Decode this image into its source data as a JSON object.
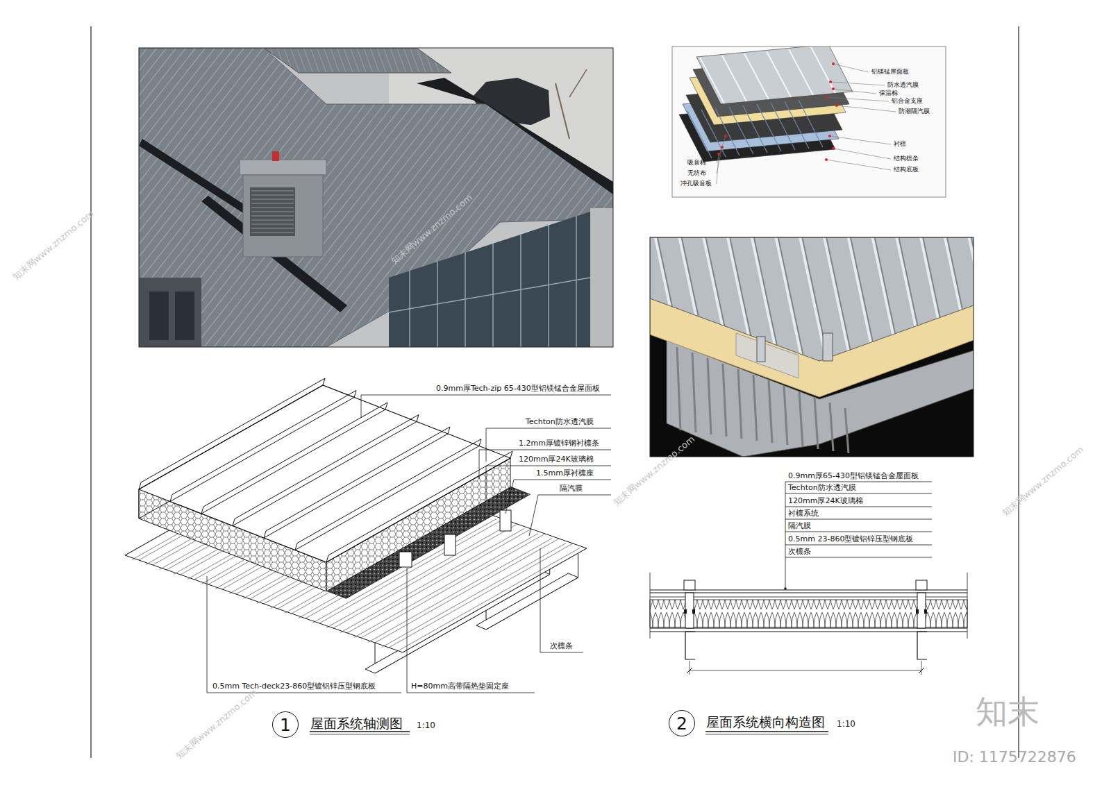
{
  "diagram": {
    "nodes": [
      {
        "text": [
          "1"
        ]
      },
      {
        "text": [
          "2"
        ]
      }
    ],
    "labels": [
      "0.9mm厚Tech-zip 65-430型铝镁锰合金屋面板",
      "Techton防水透汽膜",
      "1.2mm厚镀锌钢衬檩条",
      "120mm厚24K玻璃棉",
      "1.5mm厚衬檩座",
      "隔汽膜",
      "次檩条",
      "0.5mm Tech-deck23-860型镀铝锌压型钢底板",
      "H=80mm高带隔热垫固定座",
      "屋面系统轴测图",
      "1:10",
      "0.9mm厚65-430型铝镁锰合金屋面板",
      "Techton防水透汽膜",
      "120mm厚24K玻璃棉",
      "衬檩系统",
      "隔汽膜",
      "0.5mm 23-860型镀铝锌压型钢底板",
      "次檩条",
      "屋面系统横向构造图",
      "1:10",
      "铝镁锰屋面板",
      "防水透汽膜",
      "保温棉",
      "铝合金支座",
      "防潮隔汽膜",
      "衬檩",
      "结构檩条",
      "结构底板",
      "吸音棉",
      "无纺布",
      "冲孔吸音板",
      "知末",
      "ID: 1175722876",
      "知末网www.znzmo.com",
      "知末网www.znzmo.com",
      "知末网www.znzmo.com",
      "知末网www.znzmo.com",
      "知末网www.znzmo.com"
    ]
  }
}
